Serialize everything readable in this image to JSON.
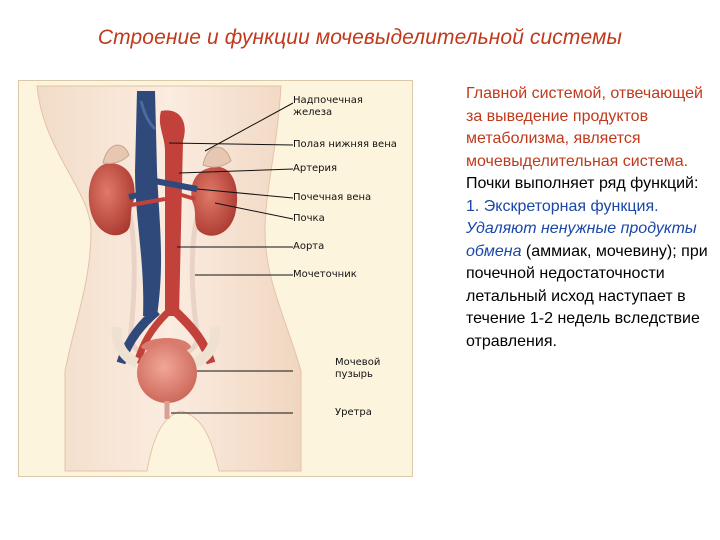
{
  "title": "Строение и функции мочевыделительной системы",
  "figure": {
    "labels": {
      "adrenal": [
        "Надпочечная",
        "железа"
      ],
      "vena_cava": "Полая нижняя вена",
      "artery": "Артерия",
      "renal_vein": "Почечная вена",
      "kidney": "Почка",
      "aorta": "Аорта",
      "ureter": "Мочеточник",
      "bladder": [
        "Мочевой",
        "пузырь"
      ],
      "urethra": "Уретра"
    }
  },
  "text": {
    "intro": "Главной системой, отвечающей за выведение продуктов метаболизма, является мочевыделительная система.",
    "functions_lead": "Почки выполняет ряд функций:",
    "item1_heading": "1. Экскреторная функция.",
    "item1_italic": "Удаляют ненужные продукты обмена",
    "item1_rest": "(аммиак, мочевину); при почечной недостаточности летальный исход наступает в течение 1-2 недель вследствие отравления."
  },
  "colors": {
    "title": "#c0391b",
    "accent_blue": "#1a47a8",
    "figure_bg": "#fdf4dd"
  }
}
